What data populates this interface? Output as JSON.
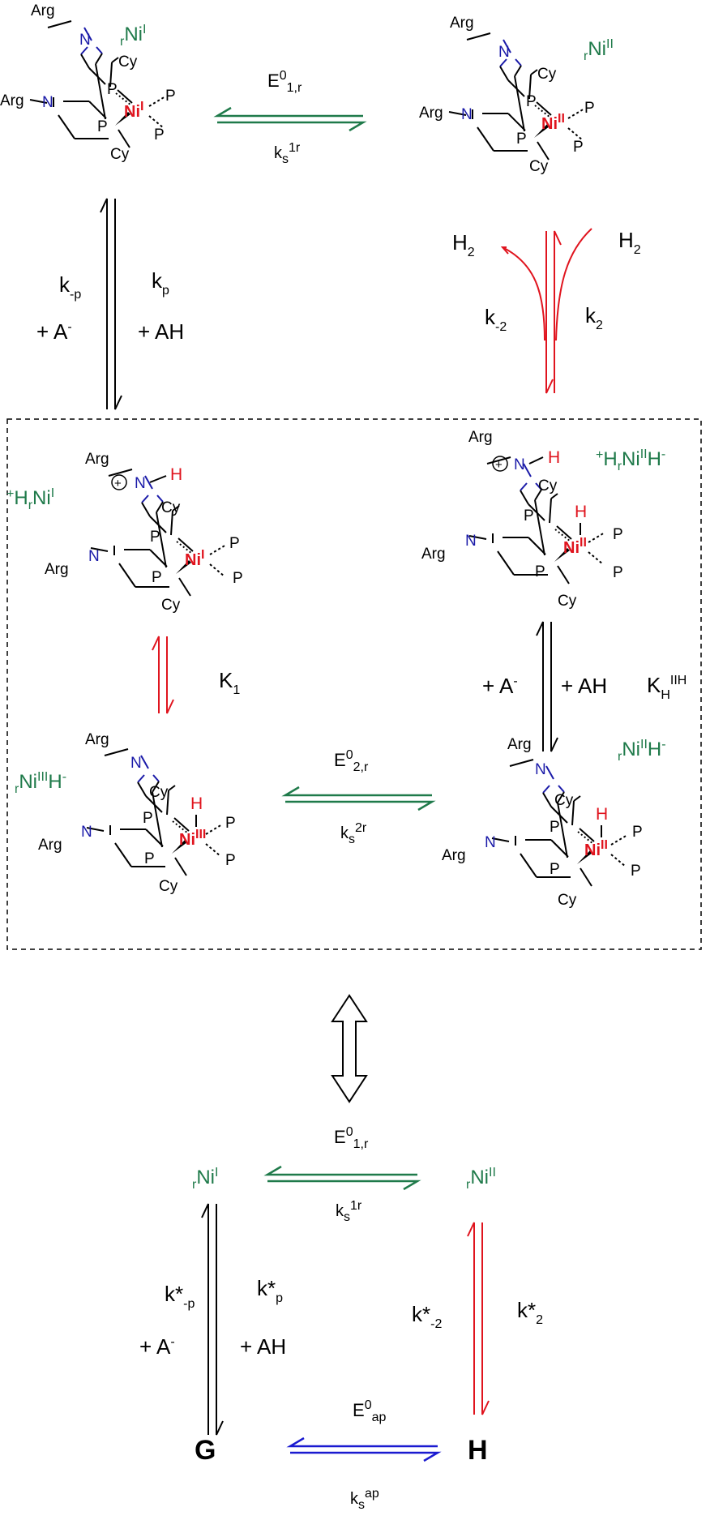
{
  "molecules": {
    "arg": "Arg",
    "n": "N",
    "p": "P",
    "cy": "Cy",
    "ni": "Ni",
    "h": "H",
    "plus": "+"
  },
  "species": {
    "rNiI": {
      "pre": "r",
      "main": "Ni",
      "sup": "I"
    },
    "rNiII": {
      "pre": "r",
      "main": "Ni",
      "sup": "II"
    },
    "HrNiI": {
      "a": "+",
      "b": "H",
      "c": "r",
      "d": "Ni",
      "e": "I"
    },
    "HrNiIIH": {
      "a": "+",
      "b": "H",
      "c": "r",
      "d": "Ni",
      "e": "II",
      "f": "H",
      "g": "-"
    },
    "rNiIIIH": {
      "pre": "r",
      "main": "Ni",
      "sup": "III",
      "h": "H",
      "g": "-"
    },
    "rNiIIH": {
      "pre": "r",
      "main": "Ni",
      "sup": "II",
      "h": "H",
      "g": "-"
    },
    "ox_labels": {
      "ni1": "I",
      "ni2": "II",
      "ni3": "I",
      "ni4": "II",
      "ni5": "III",
      "ni6": "II"
    }
  },
  "labels": {
    "E01r": {
      "main": "E",
      "sup": "0",
      "sub": "1,r"
    },
    "ks1r": {
      "main": "k",
      "sub": "s",
      "sup": "1r"
    },
    "E02r": {
      "main": "E",
      "sup": "0",
      "sub": "2,r"
    },
    "ks2r": {
      "main": "k",
      "sub": "s",
      "sup": "2r"
    },
    "E0ap": {
      "main": "E",
      "sup": "0",
      "sub": "ap"
    },
    "ksap": {
      "main": "k",
      "sub": "s",
      "sup": "ap"
    },
    "kmp": {
      "main": "k",
      "sub": "-p"
    },
    "kp": {
      "main": "k",
      "sub": "p"
    },
    "plusA": {
      "main": "+ A",
      "sup": "-"
    },
    "plusAH": "+ AH",
    "H2": {
      "main": "H",
      "sub": "2"
    },
    "km2": {
      "main": "k",
      "sub": "-2"
    },
    "k2": {
      "main": "k",
      "sub": "2"
    },
    "K1": {
      "main": "K",
      "sub": "1"
    },
    "KHIIH": {
      "main": "K",
      "sub": "H",
      "sup": "IIH"
    },
    "kSmp": {
      "main": "k*",
      "sub": "-p"
    },
    "kSp": {
      "main": "k*",
      "sub": "p"
    },
    "kSm2": {
      "main": "k*",
      "sub": "-2"
    },
    "kS2": {
      "main": "k*",
      "sub": "2"
    },
    "G": "G",
    "Hnode": "H"
  },
  "colors": {
    "green": "#1f7a4a",
    "red": "#e0141e",
    "blue": "#1a1ad0",
    "nitrogen": "#1a1aa8",
    "black": "#000000"
  }
}
